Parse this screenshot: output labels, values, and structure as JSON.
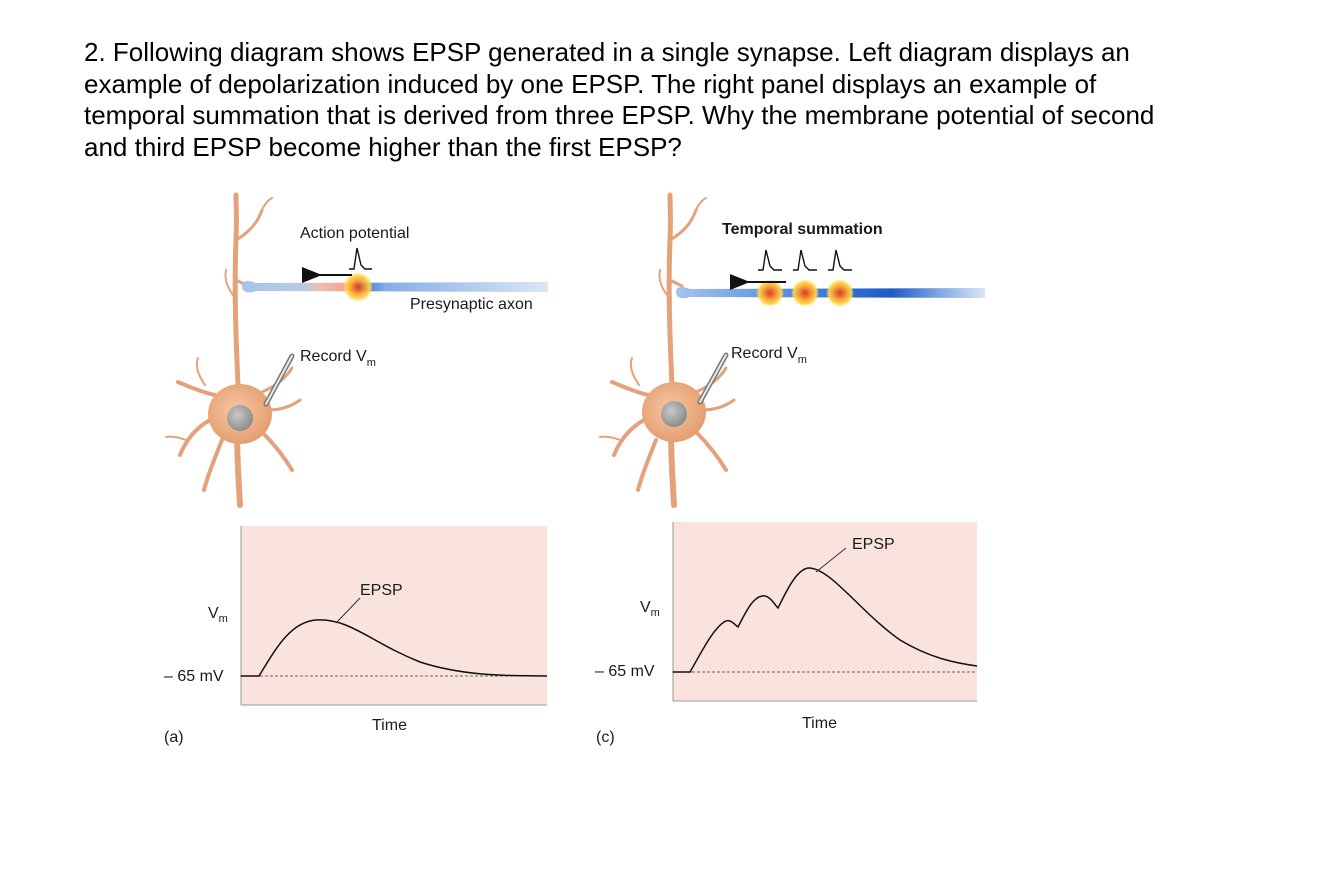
{
  "question": {
    "lines": [
      "2. Following diagram shows EPSP generated in a single synapse. Left diagram displays an",
      "example of depolarization induced by one EPSP. The right panel  displays an example of",
      "temporal summation that is derived from three EPSP. Why the membrane potential of second",
      "and third EPSP become higher than the first EPSP?"
    ]
  },
  "left_panel": {
    "top_label": "Action potential",
    "axon_label": "Presynaptic axon",
    "record_label": "Record V",
    "record_sub": "m",
    "graph": {
      "peak_label": "EPSP",
      "y_label": "V",
      "y_sub": "m",
      "baseline_label": "– 65 mV",
      "x_label": "Time"
    },
    "panel_letter": "(a)"
  },
  "right_panel": {
    "top_label": "Temporal summation",
    "record_label": "Record V",
    "record_sub": "m",
    "graph": {
      "peak_label": "EPSP",
      "y_label": "V",
      "y_sub": "m",
      "baseline_label": "– 65 mV",
      "x_label": "Time"
    },
    "panel_letter": "(c)"
  },
  "colors": {
    "graph_bg": "#f9e3dc",
    "neuron": "#eab08a",
    "axon": "#a9c6ea",
    "spot": "#ffd23c"
  }
}
